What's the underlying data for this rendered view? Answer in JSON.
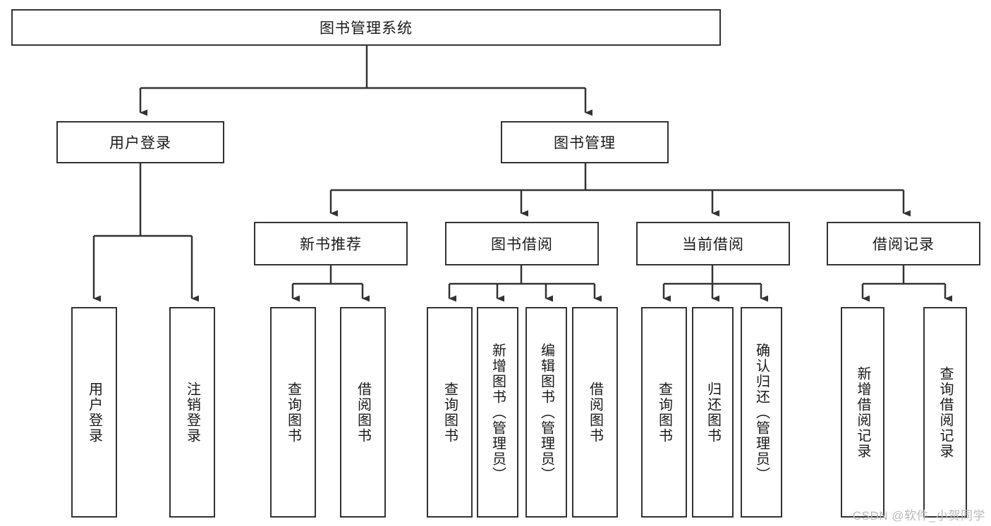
{
  "diagram": {
    "title": "图书管理系统",
    "root": {
      "label": "图书管理系统"
    },
    "level2": [
      {
        "label": "用户登录"
      },
      {
        "label": "图书管理"
      }
    ],
    "level3": [
      {
        "label": "新书推荐"
      },
      {
        "label": "图书借阅"
      },
      {
        "label": "当前借阅"
      },
      {
        "label": "借阅记录"
      }
    ],
    "leaves_user_login": [
      {
        "label": "用户登录"
      },
      {
        "label": "注销登录"
      }
    ],
    "leaves_new_book": [
      {
        "label": "查询图书"
      },
      {
        "label": "借阅图书"
      }
    ],
    "leaves_borrow": [
      {
        "label": "查询图书"
      },
      {
        "label": "新增图书（管理员）"
      },
      {
        "label": "编辑图书（管理员）"
      },
      {
        "label": "借阅图书"
      }
    ],
    "leaves_current": [
      {
        "label": "查询图书"
      },
      {
        "label": "归还图书"
      },
      {
        "label": "确认归还（管理员）"
      }
    ],
    "leaves_records": [
      {
        "label": "新增借阅记录"
      },
      {
        "label": "查询借阅记录"
      }
    ],
    "watermark": "CSDN @软件_小贺同学",
    "colors": {
      "stroke": "#333333",
      "background": "#ffffff",
      "text": "#1a1a1a",
      "watermark": "#b9b9b9"
    }
  }
}
